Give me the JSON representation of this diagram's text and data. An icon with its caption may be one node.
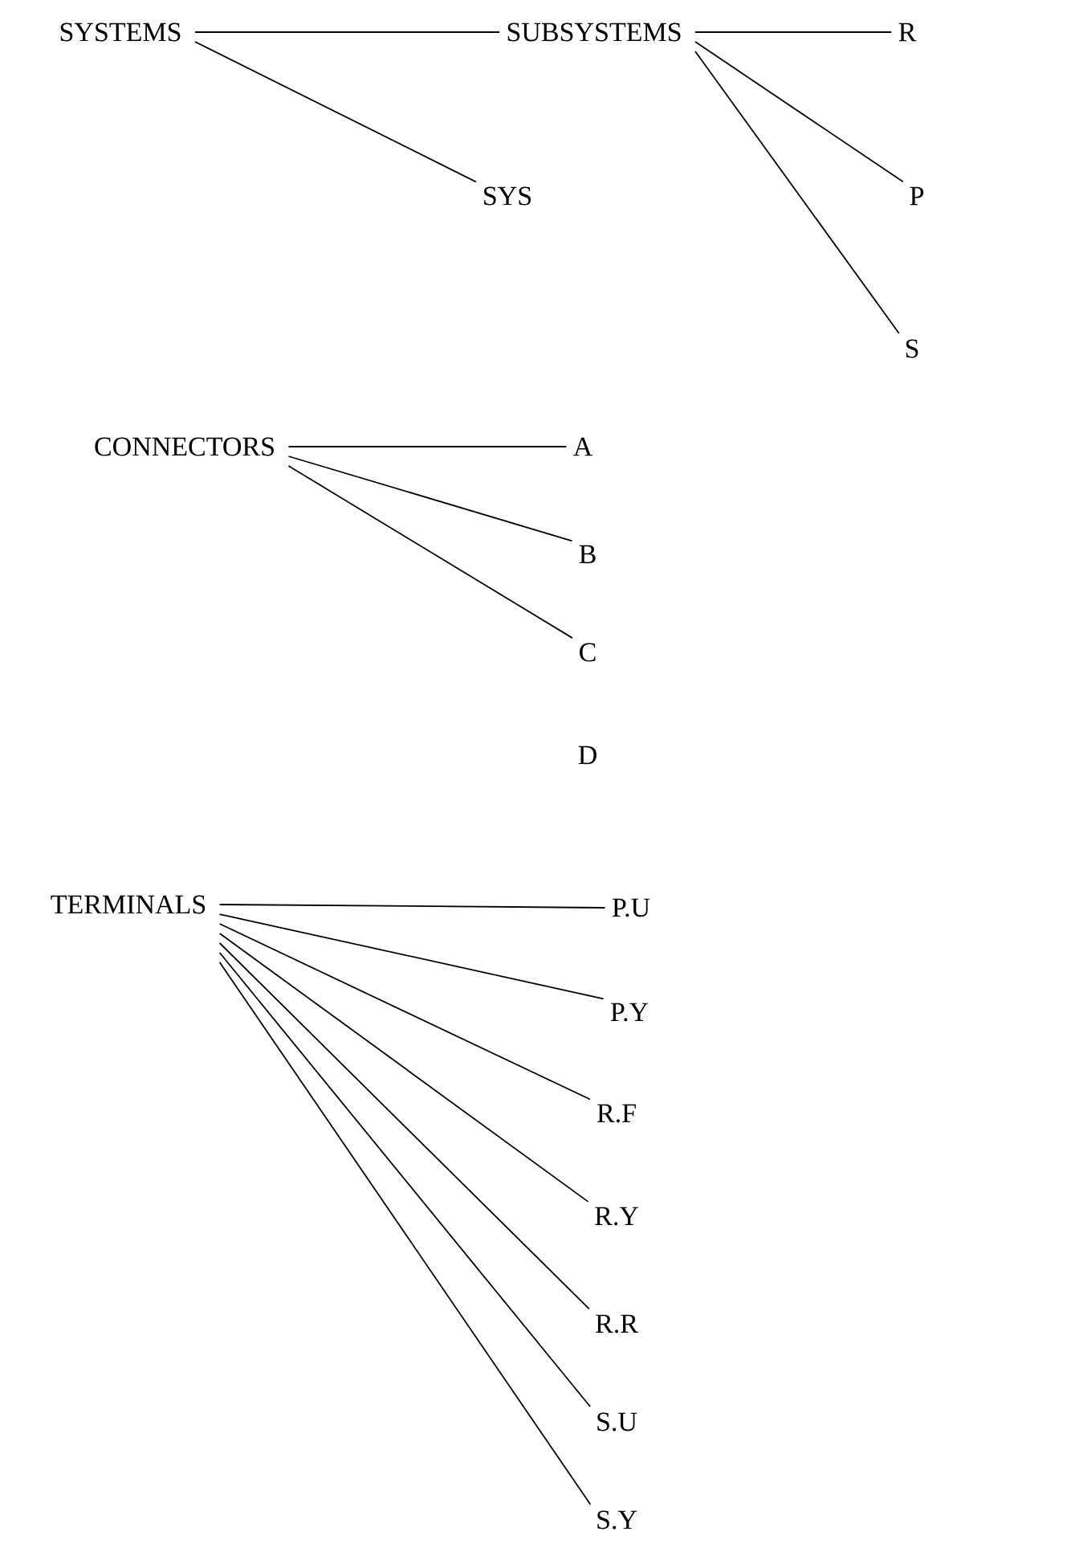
{
  "diagram": {
    "nodes": [
      {
        "text": [
          "SYSTEMS"
        ]
      },
      {
        "text": [
          "SUBSYSTEMS"
        ]
      },
      {
        "text": [
          "R"
        ]
      },
      {
        "text": [
          "SYS"
        ]
      },
      {
        "text": [
          "P"
        ]
      },
      {
        "text": [
          "S"
        ]
      },
      {
        "text": [
          "CONNECTORS"
        ]
      },
      {
        "text": [
          "A"
        ]
      },
      {
        "text": [
          "B"
        ]
      },
      {
        "text": [
          "C"
        ]
      },
      {
        "text": [
          "D"
        ]
      },
      {
        "text": [
          "TERMINALS"
        ]
      },
      {
        "text": [
          "P.U"
        ]
      },
      {
        "text": [
          "P.Y"
        ]
      },
      {
        "text": [
          "R.F"
        ]
      },
      {
        "text": [
          "R.Y"
        ]
      },
      {
        "text": [
          "R.R"
        ]
      },
      {
        "text": [
          "S.U"
        ]
      },
      {
        "text": [
          "S.Y"
        ]
      }
    ],
    "edges": [
      {
        "from": 0,
        "to": 1,
        "arrow": "none"
      },
      {
        "from": 0,
        "to": 3,
        "arrow": "none"
      },
      {
        "from": 1,
        "to": 2,
        "arrow": "none"
      },
      {
        "from": 1,
        "to": 4,
        "arrow": "none"
      },
      {
        "from": 1,
        "to": 5,
        "arrow": "none"
      },
      {
        "from": 6,
        "to": 7,
        "arrow": "none"
      },
      {
        "from": 6,
        "to": 8,
        "arrow": "none"
      },
      {
        "from": 6,
        "to": 9,
        "arrow": "none"
      },
      {
        "from": 11,
        "to": 12,
        "arrow": "none"
      },
      {
        "from": 11,
        "to": 13,
        "arrow": "none"
      },
      {
        "from": 11,
        "to": 14,
        "arrow": "none"
      },
      {
        "from": 11,
        "to": 15,
        "arrow": "none"
      },
      {
        "from": 11,
        "to": 16,
        "arrow": "none"
      },
      {
        "from": 11,
        "to": 17,
        "arrow": "none"
      },
      {
        "from": 11,
        "to": 18,
        "arrow": "none"
      }
    ]
  }
}
